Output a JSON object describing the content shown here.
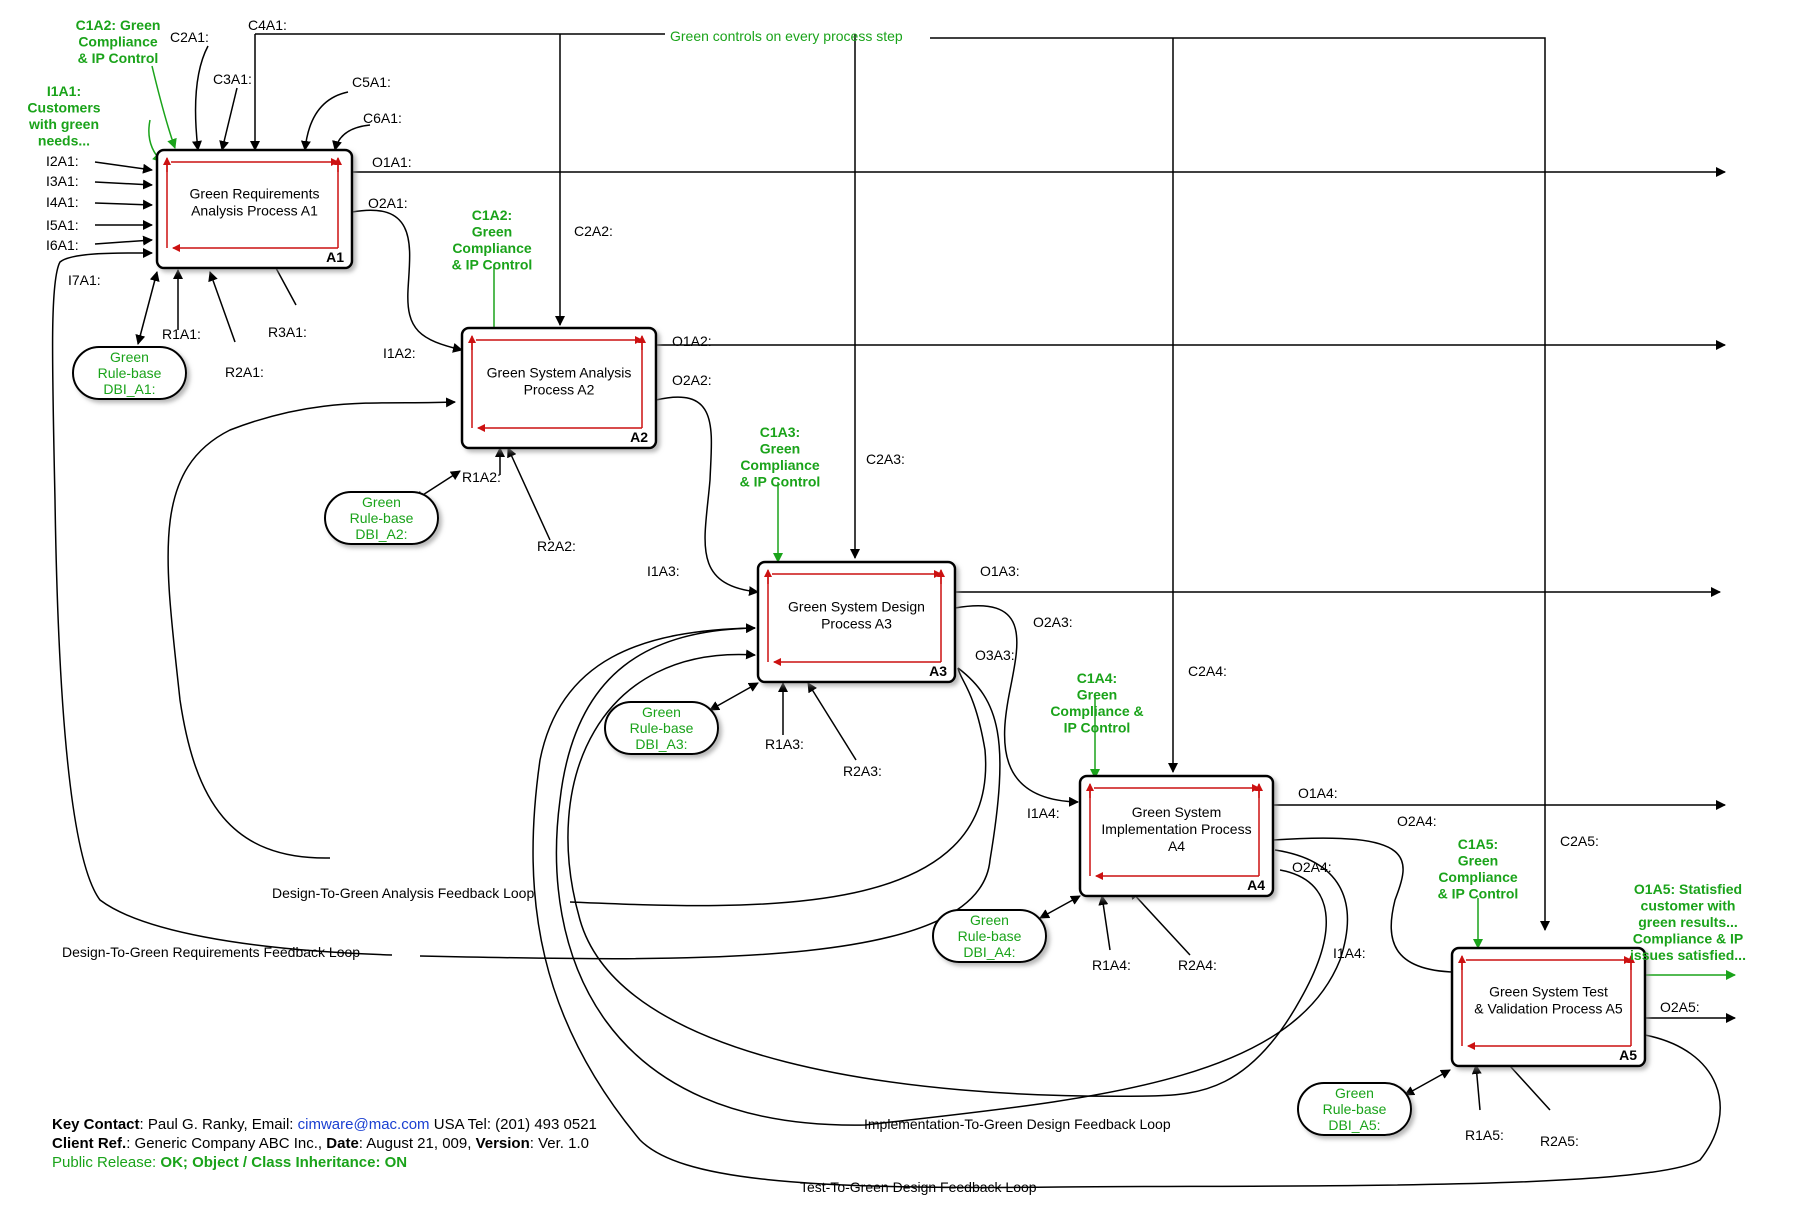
{
  "legend_top": "Green controls on every process step",
  "boxes": [
    {
      "id": "A1",
      "line1": "Green Requirements",
      "line2": "Analysis Process A1",
      "line3": ""
    },
    {
      "id": "A2",
      "line1": "Green System Analysis",
      "line2": "Process A2",
      "line3": ""
    },
    {
      "id": "A3",
      "line1": "Green System Design",
      "line2": "Process A3",
      "line3": ""
    },
    {
      "id": "A4",
      "line1": "Green System",
      "line2": "Implementation Process",
      "line3": "A4"
    },
    {
      "id": "A5",
      "line1": "Green System Test",
      "line2": "& Validation Process A5",
      "line3": ""
    }
  ],
  "rulebases": [
    {
      "line1": "Green",
      "line2": "Rule-base",
      "line3": "DBI_A1:"
    },
    {
      "line1": "Green",
      "line2": "Rule-base",
      "line3": "DBI_A2:"
    },
    {
      "line1": "Green",
      "line2": "Rule-base",
      "line3": "DBI_A3:"
    },
    {
      "line1": "Green",
      "line2": "Rule-base",
      "line3": "DBI_A4:"
    },
    {
      "line1": "Green",
      "line2": "Rule-base",
      "line3": "DBI_A5:"
    }
  ],
  "green_labels": {
    "c1a2_top": [
      "C1A2: Green",
      "Compliance",
      "& IP Control"
    ],
    "i1a1": [
      "I1A1:",
      "Customers",
      "with green",
      "needs..."
    ],
    "c1a2_mid": [
      "C1A2:",
      "Green",
      "Compliance",
      "& IP Control"
    ],
    "c1a3": [
      "C1A3:",
      "Green",
      "Compliance",
      "& IP Control"
    ],
    "c1a4": [
      "C1A4:",
      "Green",
      "Compliance &",
      "IP Control"
    ],
    "c1a5": [
      "C1A5:",
      "Green",
      "Compliance",
      "& IP Control"
    ],
    "o1a5": [
      "O1A5: Statisfied",
      "customer with",
      "green results...",
      "Compliance & IP",
      "issues satisfied..."
    ]
  },
  "labels": {
    "c2a1": "C2A1:",
    "c4a1": "C4A1:",
    "c3a1": "C3A1:",
    "c5a1": "C5A1:",
    "c6a1": "C6A1:",
    "i2a1": "I2A1:",
    "i3a1": "I3A1:",
    "i4a1": "I4A1:",
    "i5a1": "I5A1:",
    "i6a1": "I6A1:",
    "i7a1": "I7A1:",
    "o1a1": "O1A1:",
    "o2a1": "O2A1:",
    "r1a1": "R1A1:",
    "r2a1": "R2A1:",
    "r3a1": "R3A1:",
    "c2a2": "C2A2:",
    "i1a2": "I1A2:",
    "o1a2": "O1A2:",
    "o2a2": "O2A2:",
    "r1a2": "R1A2:",
    "r2a2": "R2A2:",
    "c2a3": "C2A3:",
    "i1a3": "I1A3:",
    "o1a3": "O1A3:",
    "o2a3": "O2A3:",
    "o3a3": "O3A3:",
    "r1a3": "R1A3:",
    "r2a3": "R2A3:",
    "c2a4": "C2A4:",
    "i1a4": "I1A4:",
    "o1a4": "O1A4:",
    "o2a4": "O2A4:",
    "o2a4b": "O2A4:",
    "i1a4b": "I1A4:",
    "r1a4": "R1A4:",
    "r2a4": "R2A4:",
    "c2a5": "C2A5:",
    "o2a5": "O2A5:",
    "r1a5": "R1A5:",
    "r2a5": "R2A5:"
  },
  "loops": {
    "design_to_analysis": "Design-To-Green Analysis Feedback Loop",
    "design_to_requirements": "Design-To-Green Requirements Feedback Loop",
    "impl_to_design": "Implementation-To-Green Design Feedback Loop",
    "test_to_design": "Test-To-Green Design Feedback Loop"
  },
  "footer": {
    "key_contact_label": "Key Contact",
    "key_contact_value": ": Paul G. Ranky, Email: ",
    "email": "cimware@mac.com",
    "tel": " USA Tel: (201) 493 0521",
    "client_label": "Client Ref.",
    "client_value": ": Generic Company ABC Inc., ",
    "date_label": "Date",
    "date_value": ": August 21, 009, ",
    "version_label": "Version",
    "version_value": ": Ver. 1.0",
    "release_text": "Public Release: ",
    "release_value": "OK; Object / Class Inheritance: ON"
  },
  "colors": {
    "green": "#1aa31a",
    "red": "#cc1111",
    "blue": "#1a3fd1"
  }
}
